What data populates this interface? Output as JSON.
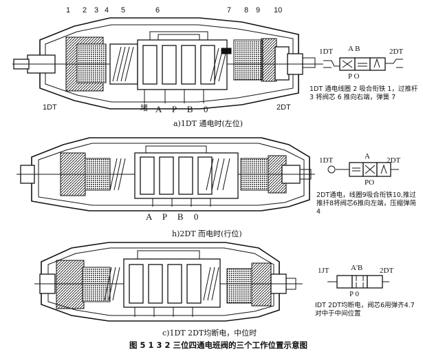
{
  "part_numbers": [
    "1",
    "2",
    "3",
    "4",
    "5",
    "6",
    "7",
    "8",
    "9",
    "10"
  ],
  "panel_a": {
    "caption": "a)1DT  通电时(左位)",
    "left_solenoid": "1DT",
    "right_solenoid": "2DT",
    "ports_prefix": "堵",
    "ports": "A P B 0",
    "symbol": {
      "left": "1DT",
      "right": "2DT",
      "top": "A B",
      "bottom": "P O"
    },
    "note": "1DT 通电线圈 2 吸合衔铁 1，过推杆 3 将阀芯 6 推向右端，弹簧 7"
  },
  "panel_b": {
    "caption": "h)2DT  而电时(行位)",
    "ports": "A P B 0",
    "symbol": {
      "left": "1DT",
      "right": "2DT",
      "top": "A",
      "bottom": "PO"
    },
    "note": "2DT通电，线圈9吸合衔铁10,推过推扦8将阀芯6推向左端，压缩弹简4"
  },
  "panel_c": {
    "caption": "c)1DT      2DT均断电，中位时",
    "symbol": {
      "left": "1JT",
      "right": "2DT",
      "top": "A'B",
      "bottom": "P  0"
    },
    "note": "IDT  2DT均断电，阀芯6用弹齐4.7对中于中间位置"
  },
  "figure_title": "图 5 1 3 2  三位四通电班阀的三个工作位置示意图"
}
